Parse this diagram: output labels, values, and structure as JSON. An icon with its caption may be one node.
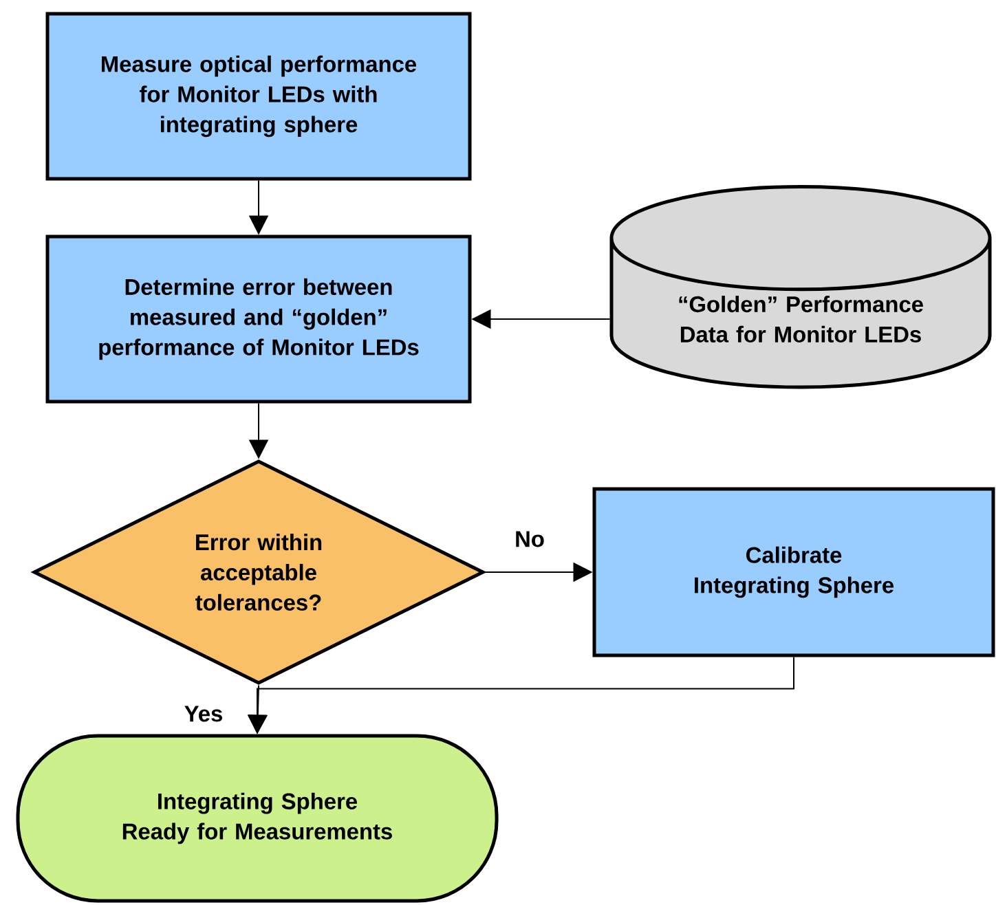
{
  "diagram": {
    "nodes": [
      {
        "text": [
          "Measure optical performance for Monitor LEDs with integrating sphere"
        ]
      },
      {
        "text": [
          "Determine error between measured and “golden” performance of Monitor LEDs"
        ]
      },
      {
        "text": [
          "“Golden” Performance Data for Monitor LEDs"
        ]
      },
      {
        "text": [
          "Error within acceptable tolerances?"
        ]
      },
      {
        "text": [
          "Calibrate  Integrating Sphere"
        ]
      },
      {
        "text": [
          "Integrating Sphere Ready for Measurements"
        ]
      }
    ],
    "edges": [
      {
        "from": 0,
        "to": 1,
        "arrow": "to"
      },
      {
        "from": 2,
        "to": 1,
        "arrow": "to"
      },
      {
        "from": 1,
        "to": 3,
        "arrow": "to"
      },
      {
        "from": 3,
        "to": 4,
        "arrow": "to",
        "label": "No"
      },
      {
        "from": 3,
        "to": 5,
        "arrow": "to",
        "label": "Yes"
      },
      {
        "from": 4,
        "to": 5,
        "arrow": "to"
      }
    ]
  }
}
